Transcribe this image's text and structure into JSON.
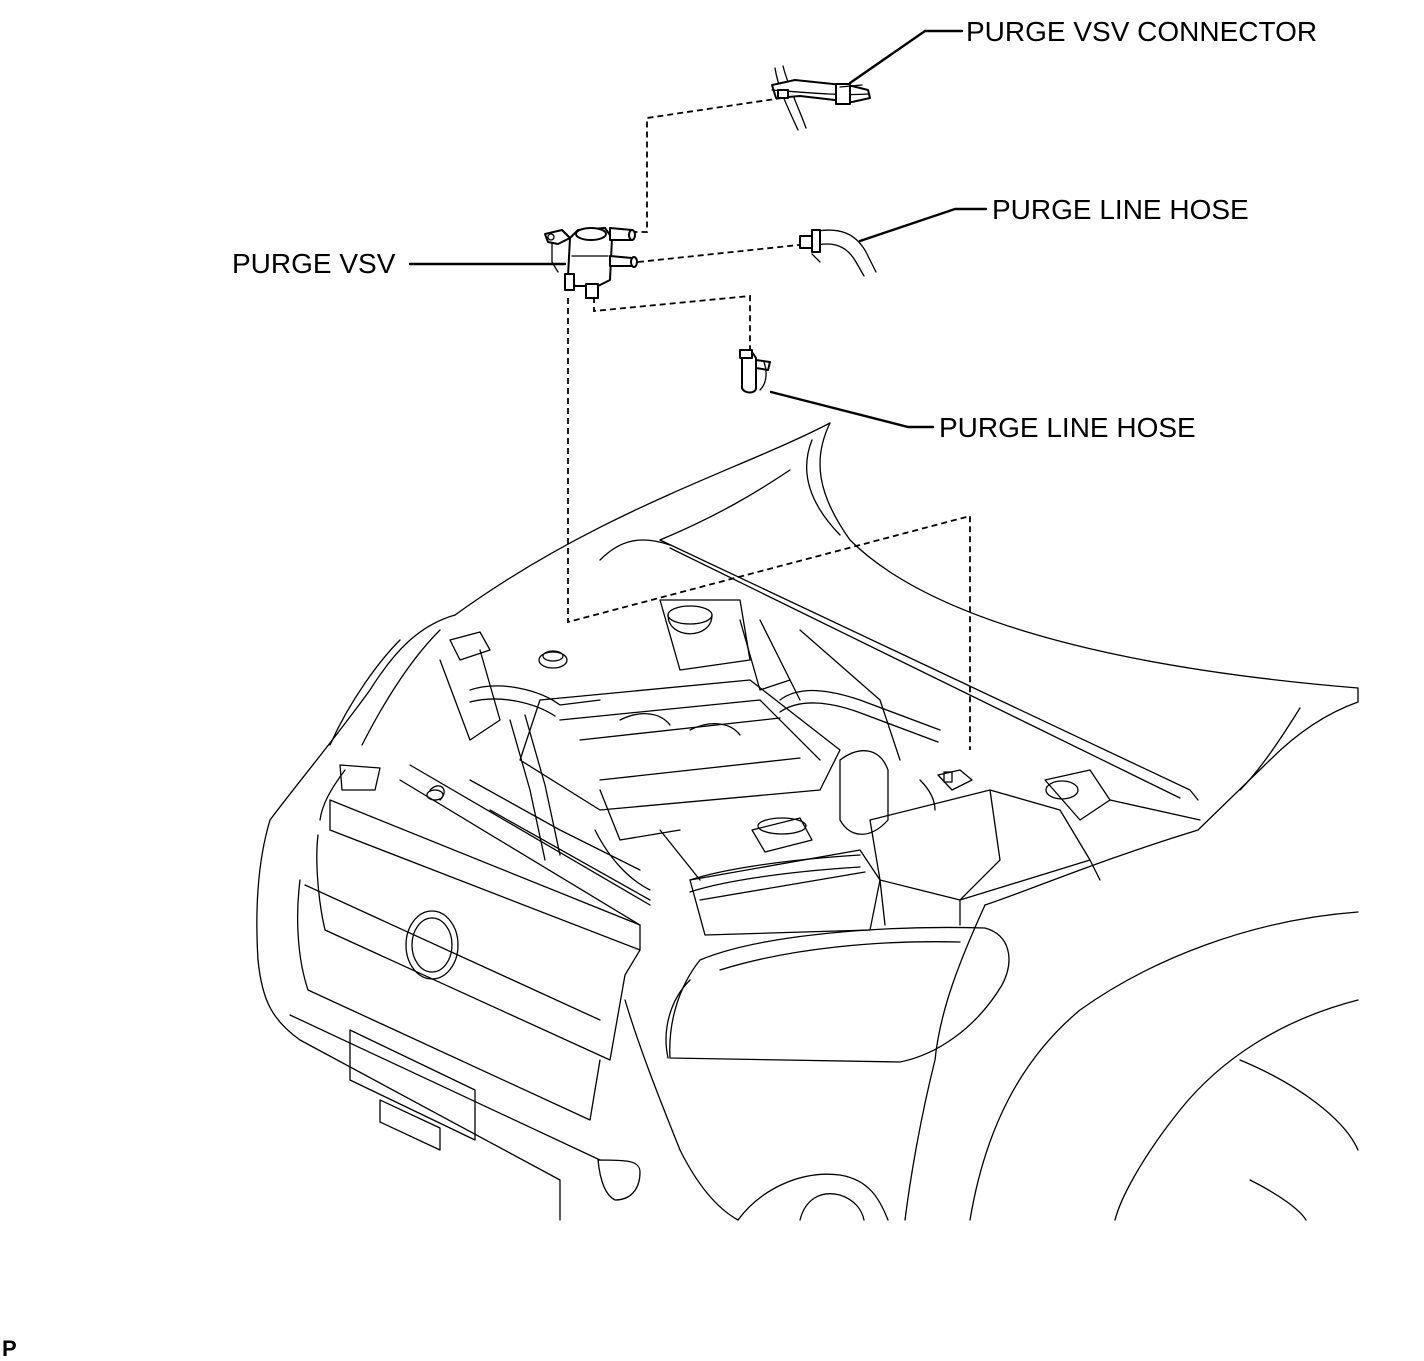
{
  "labels": {
    "purge_vsv_connector": "PURGE VSV CONNECTOR",
    "purge_line_hose_upper": "PURGE LINE HOSE",
    "purge_vsv": "PURGE VSV",
    "purge_line_hose_lower": "PURGE LINE HOSE",
    "corner_mark": "P"
  }
}
